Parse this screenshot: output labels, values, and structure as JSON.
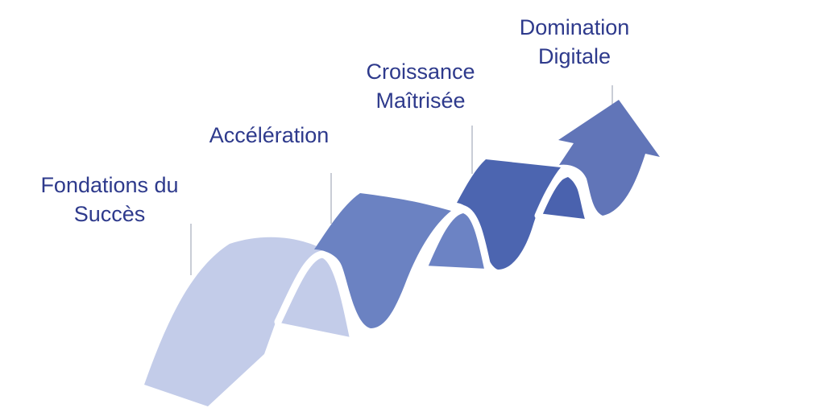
{
  "stages": [
    {
      "id": "stage-1",
      "lines": [
        "Fondations du",
        "Succès"
      ],
      "color": "#c3cce9"
    },
    {
      "id": "stage-2",
      "lines": [
        "Accélération"
      ],
      "color": "#6b82c2"
    },
    {
      "id": "stage-3",
      "lines": [
        "Croissance",
        "Maîtrisée"
      ],
      "color": "#4c65b0"
    },
    {
      "id": "stage-4",
      "lines": [
        "Domination",
        "Digitale"
      ],
      "color": "#6175b8"
    }
  ],
  "colors": {
    "label_text": "#2e3a8c",
    "leader_line": "#b7bcc8",
    "stage_2_shade": "#6c83c4",
    "stage_3_shade": "#4a62ae",
    "stage_4_shade": "#5b72b6"
  }
}
